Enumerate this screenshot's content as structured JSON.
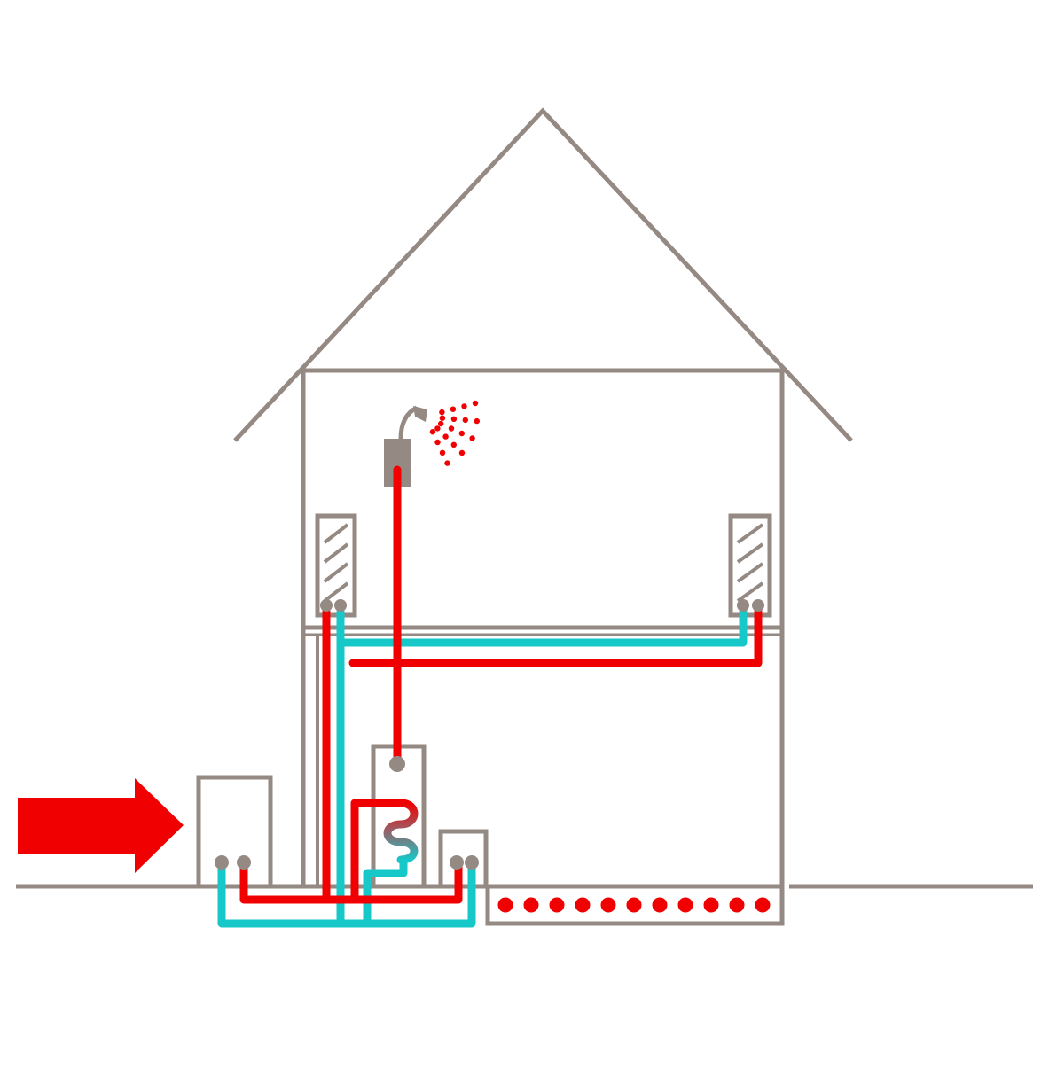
{
  "diagram": {
    "title": "",
    "colors": {
      "structure": "#958a83",
      "hot_pipe": "#f00000",
      "cold_pipe": "#17c8c8",
      "arrow": "#f00000",
      "hatch": "#958a83"
    },
    "components": [
      {
        "id": "energy-input-arrow",
        "kind": "arrow"
      },
      {
        "id": "heat-source-unit",
        "kind": "box"
      },
      {
        "id": "hot-water-cylinder",
        "kind": "tank-with-coil"
      },
      {
        "id": "distribution-unit",
        "kind": "box"
      },
      {
        "id": "underfloor-heating",
        "kind": "dotted-loop"
      },
      {
        "id": "radiator-left",
        "kind": "radiator"
      },
      {
        "id": "radiator-right",
        "kind": "radiator"
      },
      {
        "id": "shower",
        "kind": "shower-head"
      }
    ]
  }
}
